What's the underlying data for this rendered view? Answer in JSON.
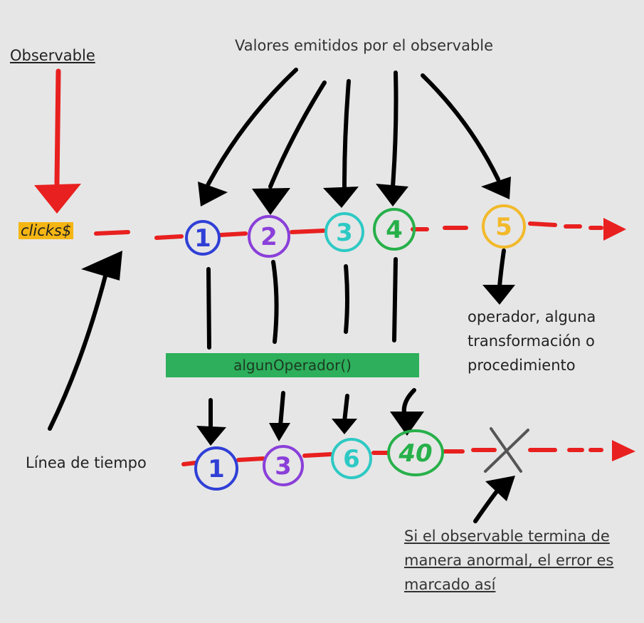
{
  "labels": {
    "observable": "Observable",
    "emitted_values": "Valores emitidos  por el observable",
    "stream_name": "clicks$",
    "operator_note": "operador, alguna transformación o procedimiento",
    "timeline": "Línea de tiempo",
    "error_note": "Si el observable termina de manera anormal, el error es marcado así",
    "operator_box": "algunOperador()"
  },
  "input_values": [
    {
      "value": "1",
      "color": "#2f3fd6"
    },
    {
      "value": "2",
      "color": "#8a3fd9"
    },
    {
      "value": "3",
      "color": "#2ec9c4"
    },
    {
      "value": "4",
      "color": "#27b04a"
    },
    {
      "value": "5",
      "color": "#f2b92a"
    }
  ],
  "output_values": [
    {
      "value": "1",
      "color": "#2f3fd6"
    },
    {
      "value": "3",
      "color": "#8a3fd9"
    },
    {
      "value": "6",
      "color": "#2ec9c4"
    },
    {
      "value": "40",
      "color": "#27b04a"
    }
  ],
  "error_mark": "X",
  "colors": {
    "background": "#e6e6e6",
    "timeline": "#e8201f",
    "operator_box": "#2daf5b",
    "stream_highlight": "#f5b614"
  }
}
